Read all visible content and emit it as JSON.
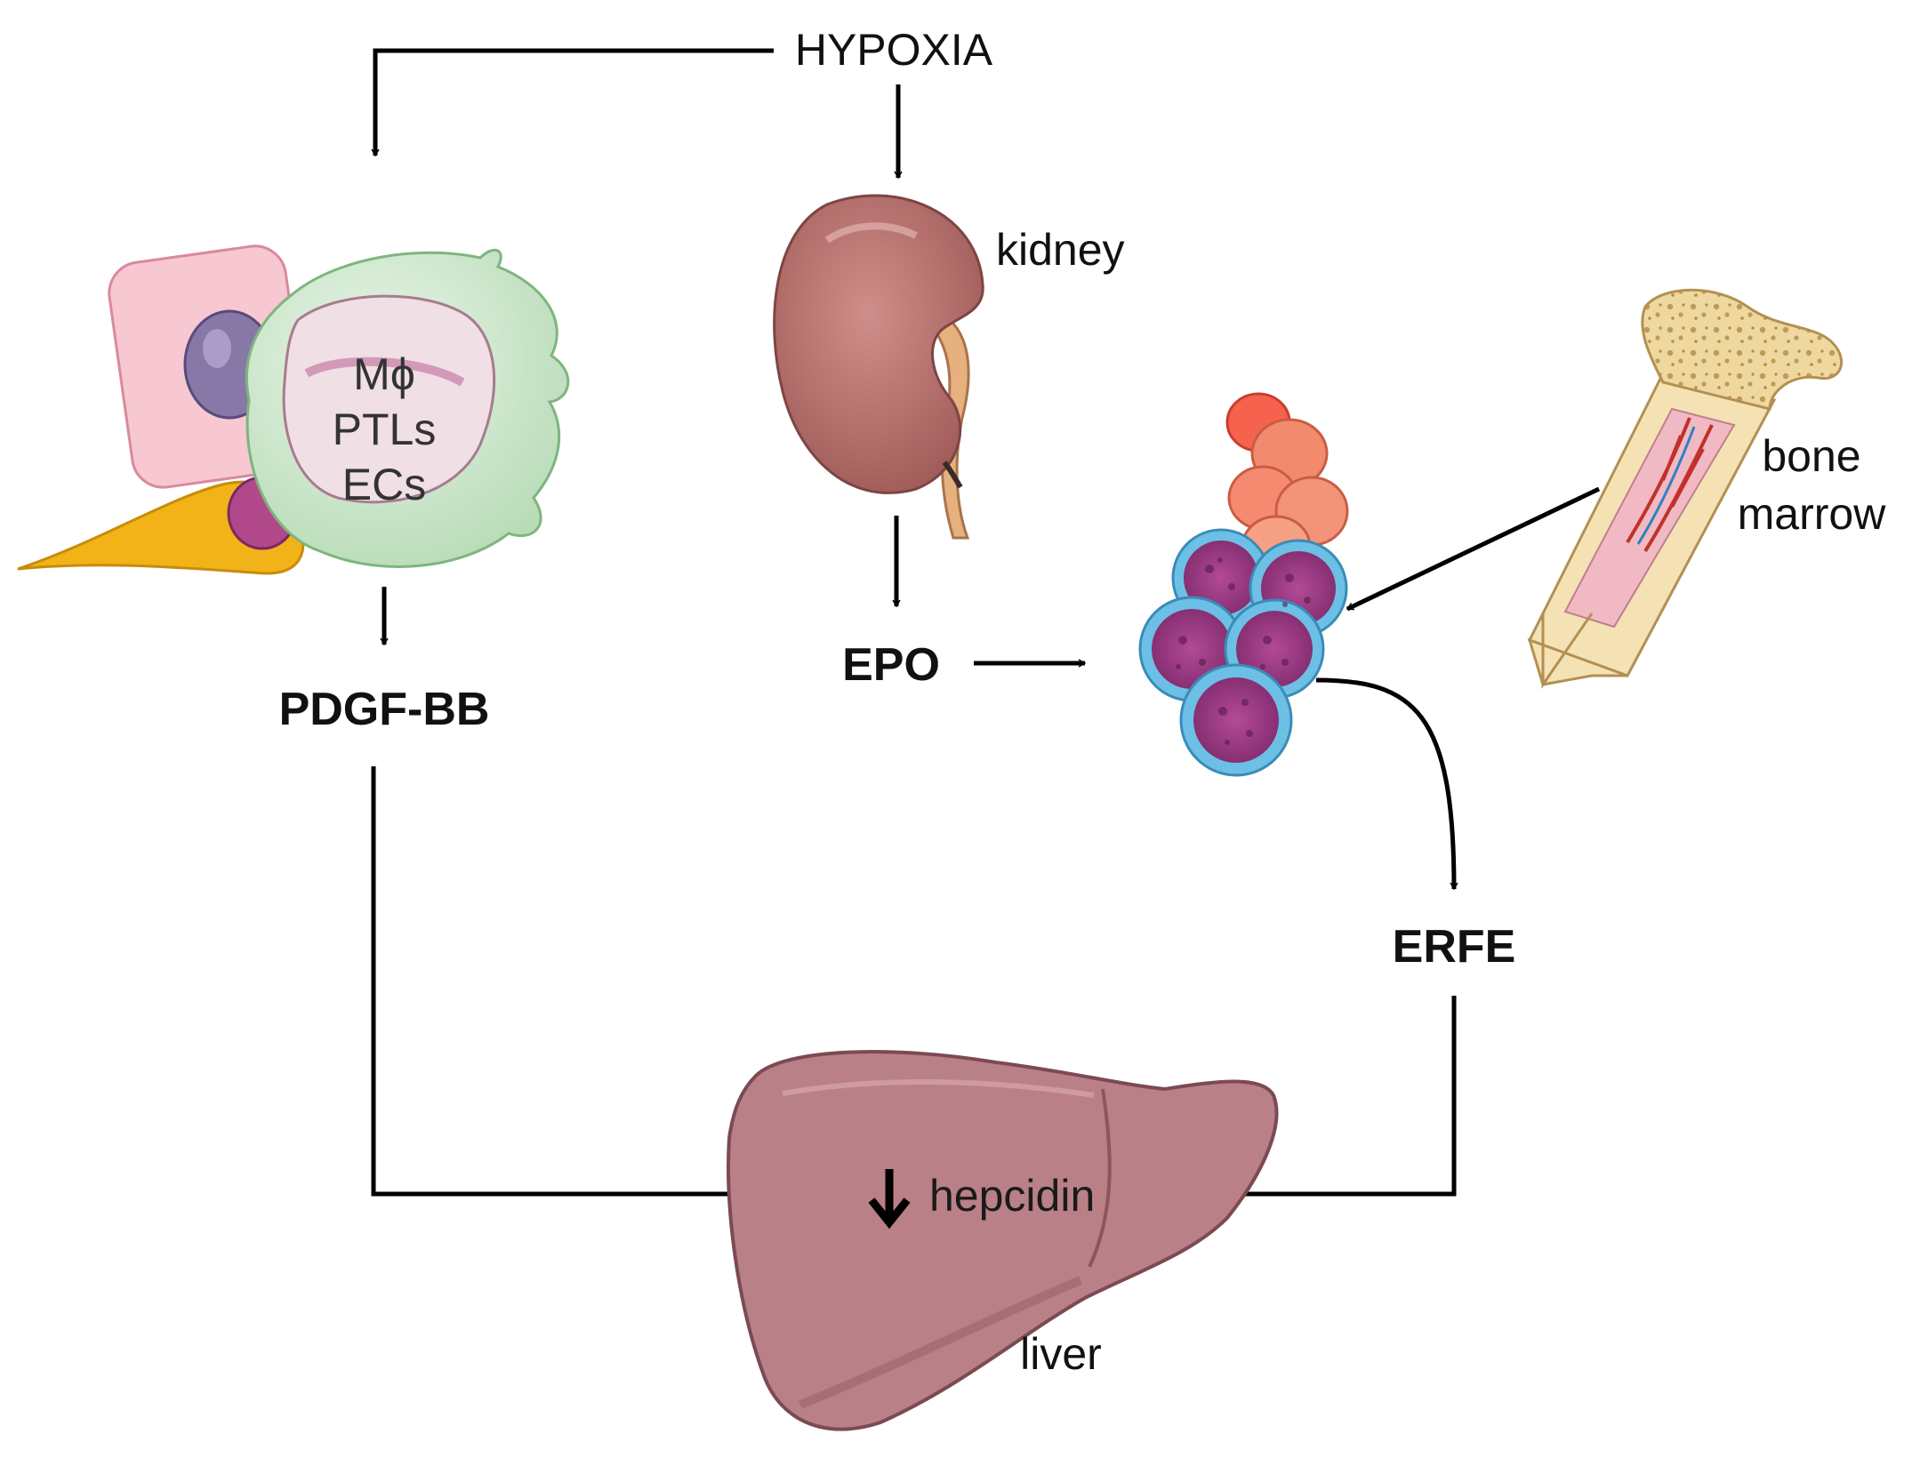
{
  "labels": {
    "hypoxia": "HYPOXIA",
    "kidney": "kidney",
    "epo": "EPO",
    "pdgf_bb": "PDGF-BB",
    "bone_line1": "bone",
    "bone_line2": "marrow",
    "erfe": "ERFE",
    "hepcidin": "hepcidin",
    "liver": "liver",
    "cell_line1": "Mϕ",
    "cell_line2": "PTLs",
    "cell_line3": "ECs"
  },
  "colors": {
    "line": "#000000",
    "kidney": "#b76f6c",
    "liver": "#b98087",
    "macrophage": "#cfe8cf",
    "bone": "#f1dca8",
    "erythroblast": "#a8398a",
    "erythroblast_rim": "#6cc0e6",
    "red_cell": "#f28a6e"
  }
}
